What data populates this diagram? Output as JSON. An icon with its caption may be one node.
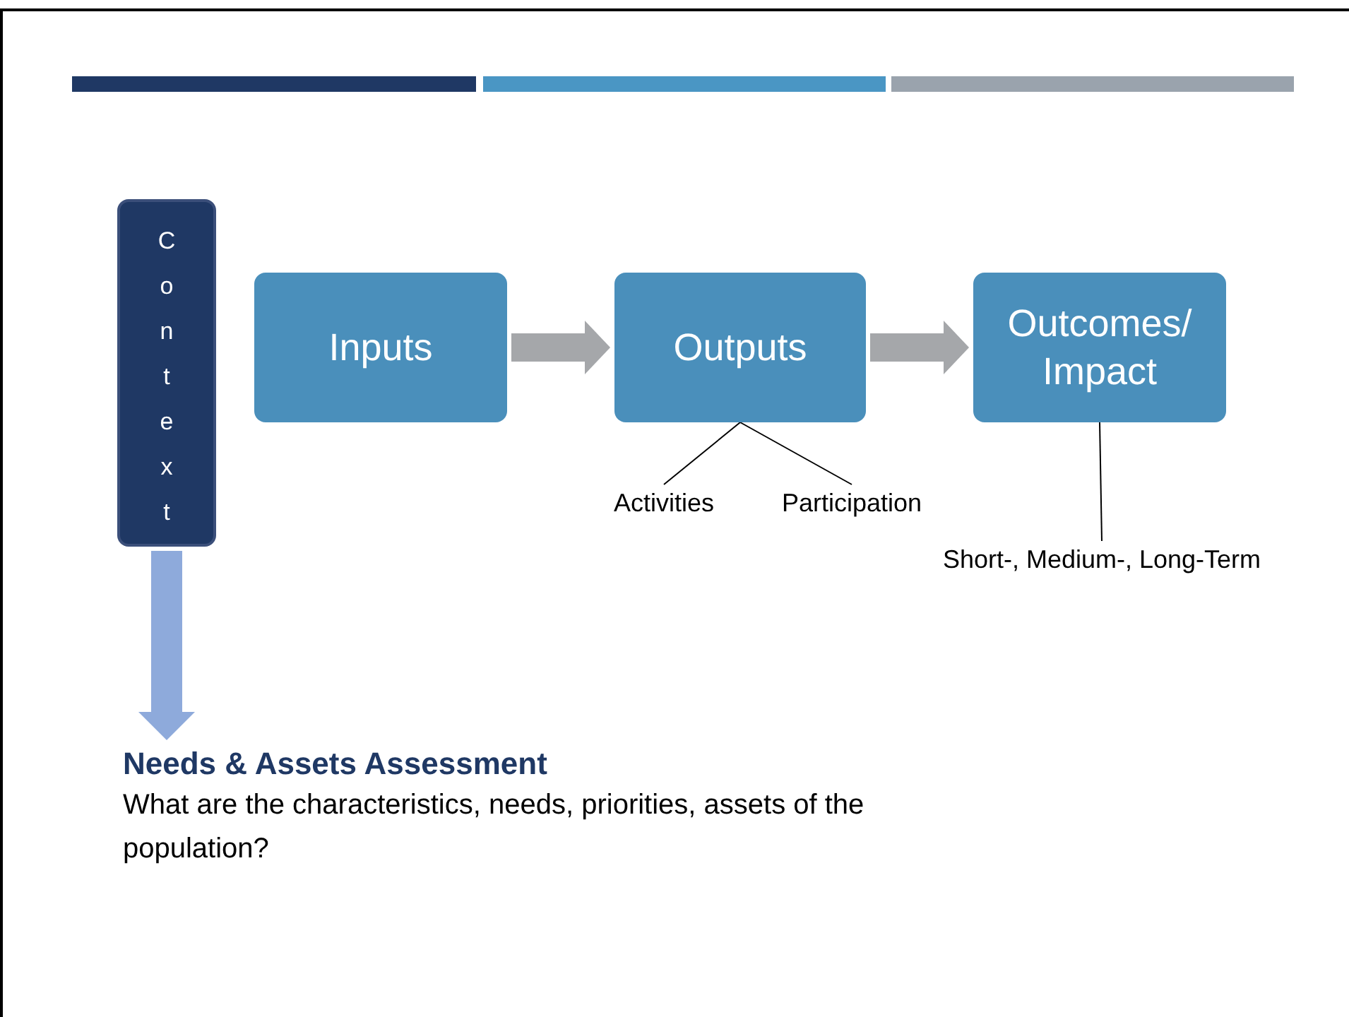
{
  "diagram": {
    "nodes": [
      {
        "text": [
          "Context"
        ]
      },
      {
        "text": [
          "Inputs"
        ]
      },
      {
        "text": [
          "Outputs"
        ]
      },
      {
        "text": [
          "Outcomes/ Impact"
        ]
      },
      {
        "text": [
          "Activities"
        ]
      },
      {
        "text": [
          "Participation"
        ]
      },
      {
        "text": [
          "Short-, Medium-, Long-Term"
        ]
      },
      {
        "text": [
          "Needs & Assets Assessment",
          "What are the characteristics, needs, priorities, assets of the population?"
        ]
      }
    ],
    "edges": [
      {
        "from": 1,
        "to": 2,
        "arrow": "to",
        "style": "thick",
        "color": "#a5a7aa"
      },
      {
        "from": 2,
        "to": 3,
        "arrow": "to",
        "style": "thick",
        "color": "#a5a7aa"
      },
      {
        "from": 2,
        "to": 4,
        "arrow": "none"
      },
      {
        "from": 2,
        "to": 5,
        "arrow": "none"
      },
      {
        "from": 3,
        "to": 6,
        "arrow": "none"
      },
      {
        "from": 0,
        "to": 7,
        "arrow": "to",
        "style": "thick",
        "color": "#8eaadb"
      }
    ]
  }
}
